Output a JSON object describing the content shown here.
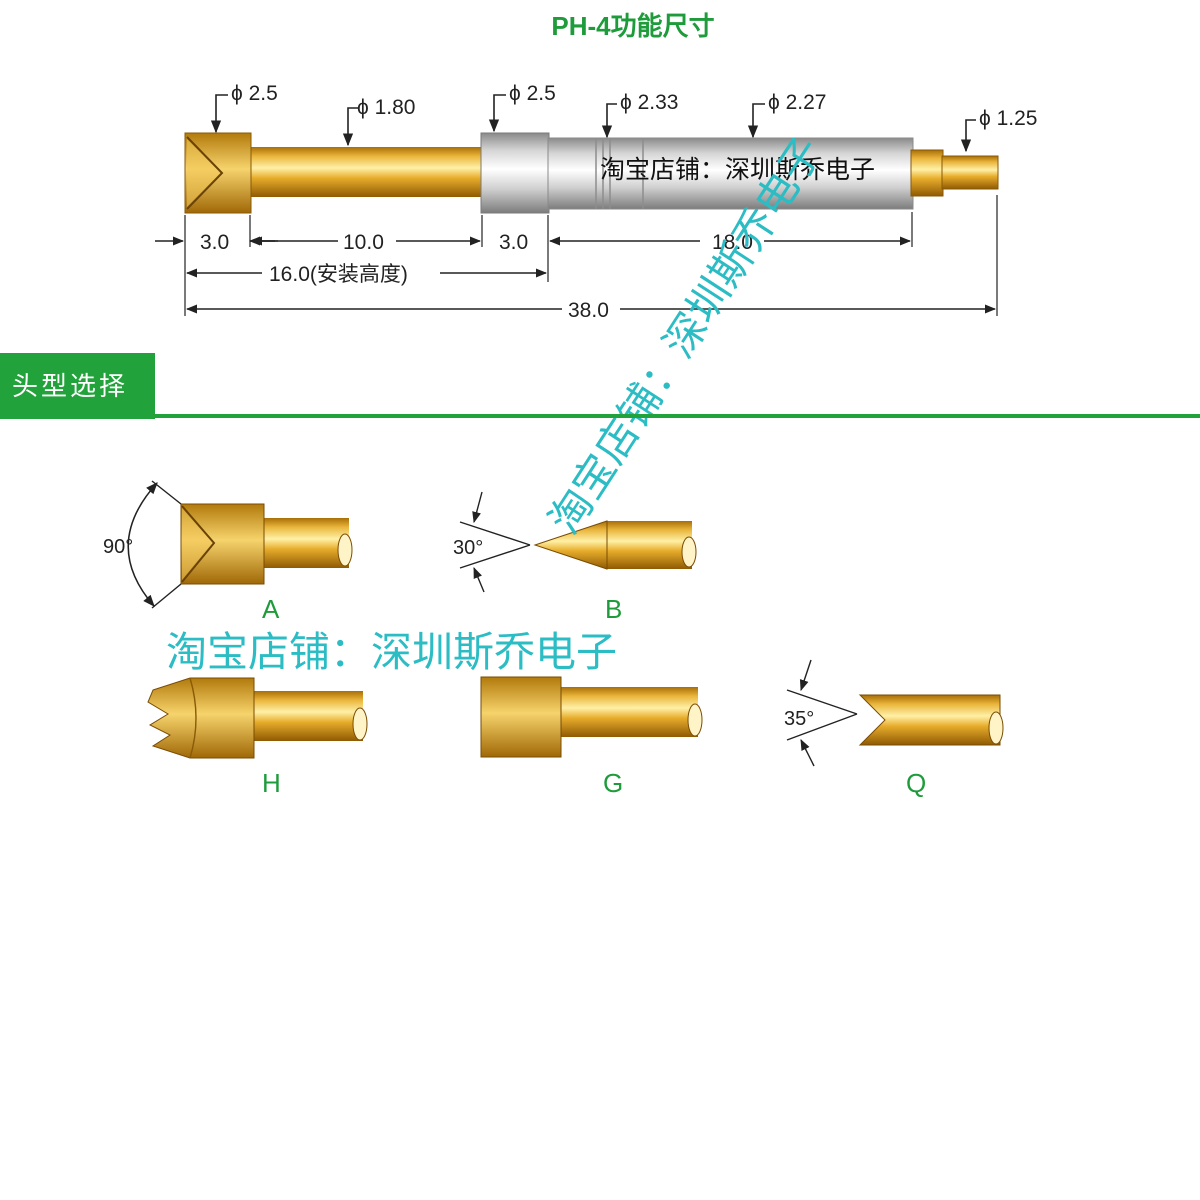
{
  "title": "PH-4功能尺寸",
  "diameters": {
    "d1": "ϕ 2.5",
    "d2": "ϕ 1.80",
    "d3": "ϕ 2.5",
    "d4": "ϕ 2.33",
    "d5": "ϕ 2.27",
    "d6": "ϕ 1.25"
  },
  "lengths": {
    "l1": "3.0",
    "l2": "10.0",
    "l3": "3.0",
    "l4": "18.0",
    "install": "16.0(安装高度)",
    "total": "38.0"
  },
  "barrel_label": "淘宝店铺：深圳斯乔电子",
  "section": {
    "title": "头型选择"
  },
  "head_types": [
    {
      "label": "A",
      "angle": "90°"
    },
    {
      "label": "B",
      "angle": "30°"
    },
    {
      "label": "H"
    },
    {
      "label": "G"
    },
    {
      "label": "Q",
      "angle": "35°"
    }
  ],
  "watermark": {
    "diagonal": "淘宝店铺：深圳斯乔电子",
    "horizontal": "淘宝店铺：深圳斯乔电子"
  },
  "colors": {
    "accent": "#22a23a",
    "gold": "#e0a31a",
    "silver": "#c9c9c9",
    "watermark": "#2bbcc4"
  }
}
